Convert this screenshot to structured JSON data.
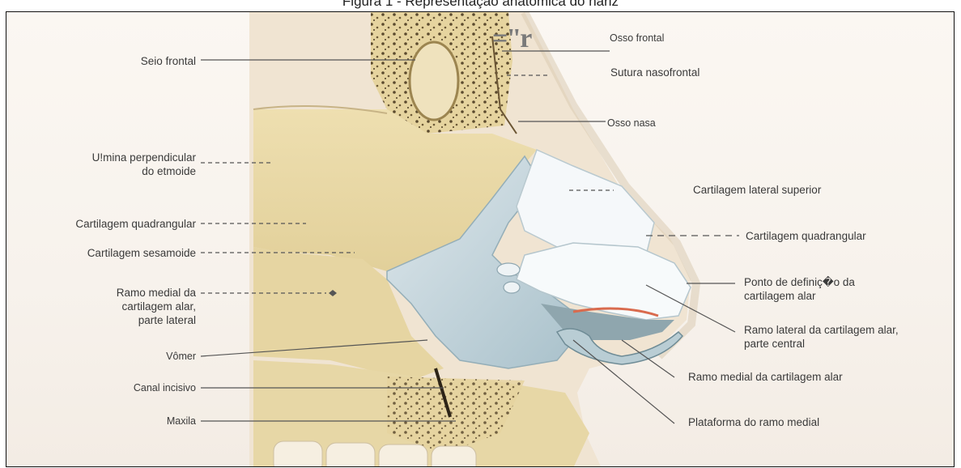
{
  "caption": "Figura 1 - Representação anatômica do nariz",
  "stamp": "=\"r",
  "labels_left": {
    "seio_frontal": "Seio frontal",
    "lamina_l1": "U!mina perpendicular",
    "lamina_l2": "do etmoide",
    "cartilagem_quadrangular": "Cartilagem quadrangular",
    "cartilagem_sesamoide": "Cartilagem sesamoide",
    "ramo_medial_l1": "Ramo medial da",
    "ramo_medial_l2": "cartilagem alar,",
    "ramo_medial_l3": "parte lateral",
    "vomer": "Vômer",
    "canal_incisivo": "Canal incisivo",
    "maxila": "Maxila"
  },
  "labels_right": {
    "osso_frontal": "Osso frontal",
    "sutura_nasofrontal": "Sutura nasofrontal",
    "osso_nasal": "Osso nasa",
    "cartilagem_lateral_superior": "Cartilagem lateral superior",
    "cartilagem_quadrangular": "Cartilagem quadrangular",
    "ponto_l1": "Ponto de definiç�o da",
    "ponto_l2": "cartilagem alar",
    "ramo_lateral_l1": "Ramo lateral da cartilagem alar,",
    "ramo_lateral_l2": "parte central",
    "ramo_medial_alar": "Ramo medial da cartilagem alar",
    "plataforma": "Plataforma do ramo medial"
  },
  "colors": {
    "bone": "#e8d9a8",
    "bone_dark": "#c9b27a",
    "cartilage": "#cfdde3",
    "cartilage_white": "#f4f7f9",
    "skin": "#f2e6d6",
    "leader": "#555555"
  }
}
